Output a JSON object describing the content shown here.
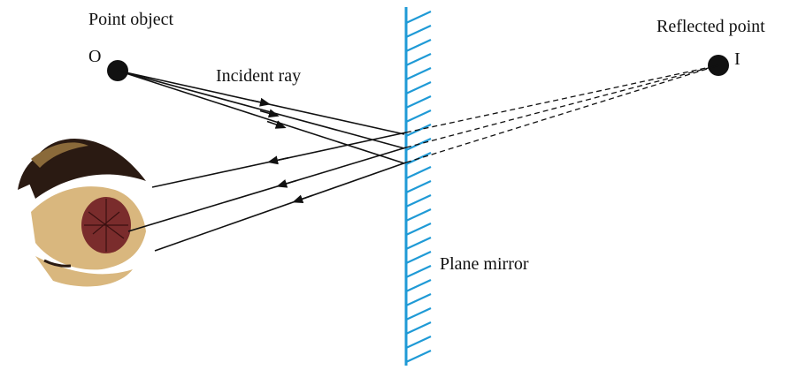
{
  "labels": {
    "point_object": "Point object",
    "object_letter": "O",
    "incident_ray": "Incident ray",
    "reflected_point": "Reflected point",
    "image_letter": "I",
    "plane_mirror": "Plane mirror"
  },
  "colors": {
    "mirror": "#1f9ad6",
    "ink": "#111111",
    "iris": "#7a2c2c",
    "skin": "#d9b77e",
    "lash": "#2a1a12"
  },
  "icons": {
    "eye": "eye-illustration"
  }
}
